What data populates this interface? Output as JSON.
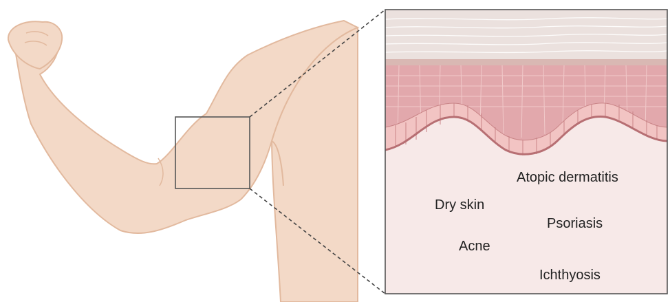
{
  "figure": {
    "colors": {
      "skin_fill": "#f3d9c7",
      "skin_outline": "#e2b99e",
      "stratum_corneum": "#ebe1de",
      "epidermis": "#e2a8ac",
      "basal_cells": "#f2c4c3",
      "dermis": "#f7e9e8",
      "callout_border": "#555555",
      "label_text": "#222222"
    },
    "callout": {
      "source_region": "upper-arm-inner",
      "detail": "skin cross-section"
    },
    "conditions": [
      "Atopic dermatitis",
      "Dry skin",
      "Psoriasis",
      "Acne",
      "Ichthyosis"
    ]
  }
}
